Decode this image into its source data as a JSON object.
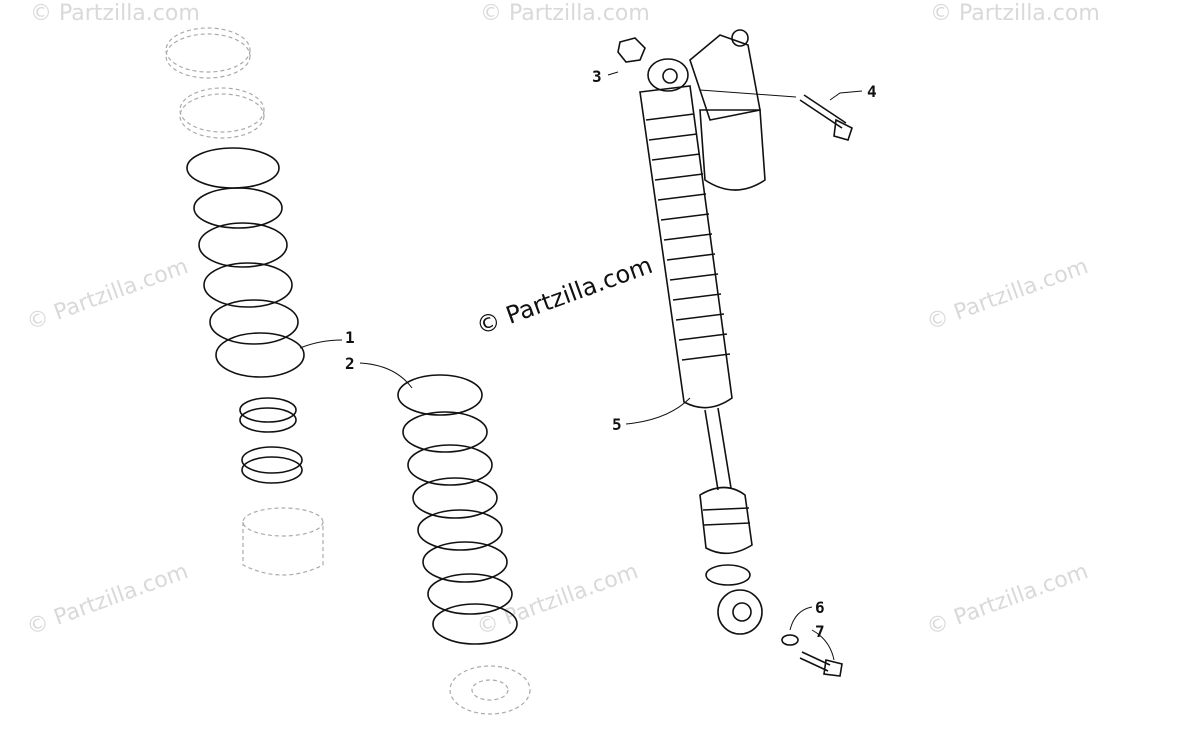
{
  "watermark": {
    "text": "© Partzilla.com",
    "main_text": "© Partzilla.com"
  },
  "callouts": [
    "1",
    "2",
    "3",
    "4",
    "5",
    "6",
    "7"
  ]
}
